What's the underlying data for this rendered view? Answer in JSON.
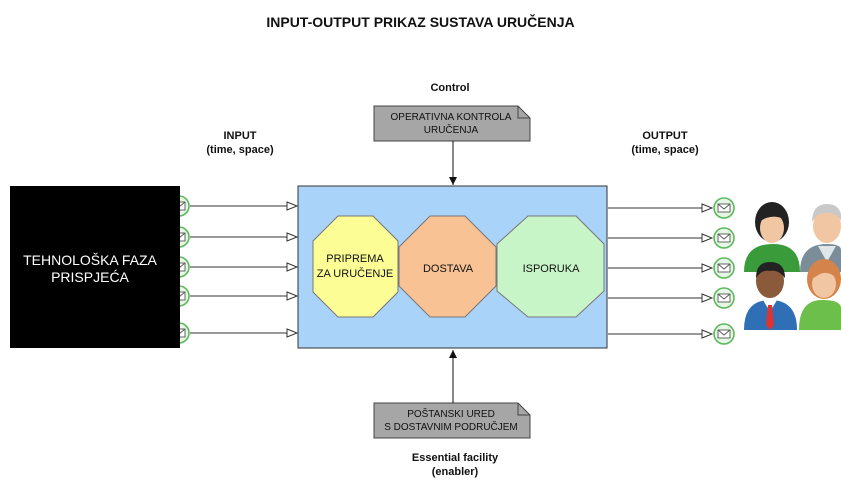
{
  "title": "INPUT-OUTPUT PRIKAZ SUSTAVA URUČENJA",
  "labels": {
    "control": "Control",
    "input_line1": "INPUT",
    "input_line2": "(time, space)",
    "output_line1": "OUTPUT",
    "output_line2": "(time, space)",
    "essential_line1": "Essential facility",
    "essential_line2": "(enabler)"
  },
  "source_box": {
    "line1": "TEHNOLOŠKA FAZA",
    "line2": "PRISPJEĆA"
  },
  "control_note": {
    "line1": "OPERATIVNA KONTROLA",
    "line2": "URUČENJA"
  },
  "facility_note": {
    "line1": "POŠTANSKI URED",
    "line2": "S DOSTAVNIM PODRUČJEM"
  },
  "stages": [
    {
      "line1": "PRIPREMA",
      "line2": "ZA URUČENJE",
      "color": "#fdfd96"
    },
    {
      "line1": "DOSTAVA",
      "line2": "",
      "color": "#f9c295"
    },
    {
      "line1": "ISPORUKA",
      "line2": "",
      "color": "#c8f5c8"
    }
  ],
  "colors": {
    "process_fill": "#aad3f9",
    "note_fill": "#a6a6a6",
    "envelope_circle": "#e6f7e6",
    "envelope_ring": "#5cb85c"
  },
  "icons": {
    "message": "envelope-icon",
    "people": "user-group-icon"
  }
}
